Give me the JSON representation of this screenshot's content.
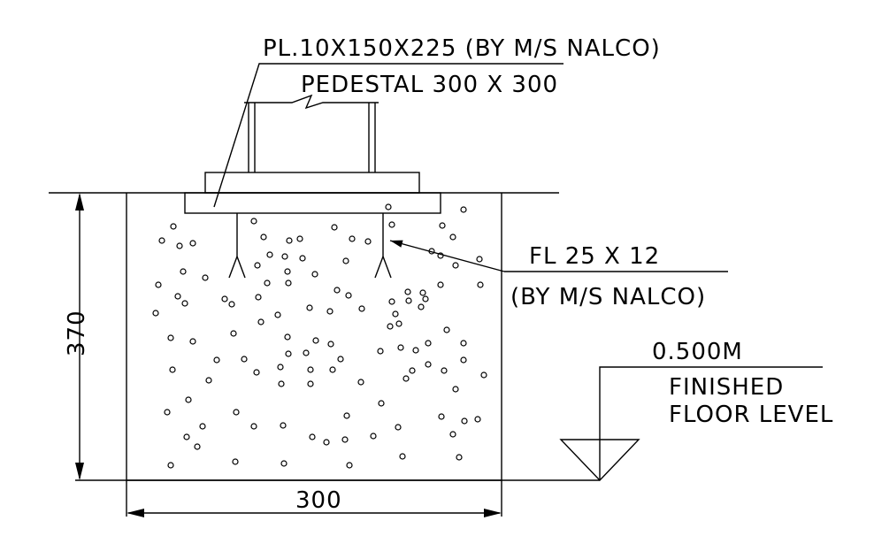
{
  "annotations": {
    "plate": "PL.10X150X225 (BY M/S NALCO)",
    "pedestal": "PEDESTAL 300 X 300",
    "flat_line1": "FL 25 X 12",
    "flat_line2": "(BY M/S NALCO)",
    "level_value": "0.500M",
    "level_line1": "FINISHED",
    "level_line2": "FLOOR LEVEL"
  },
  "dimensions": {
    "height": "370",
    "width": "300"
  }
}
